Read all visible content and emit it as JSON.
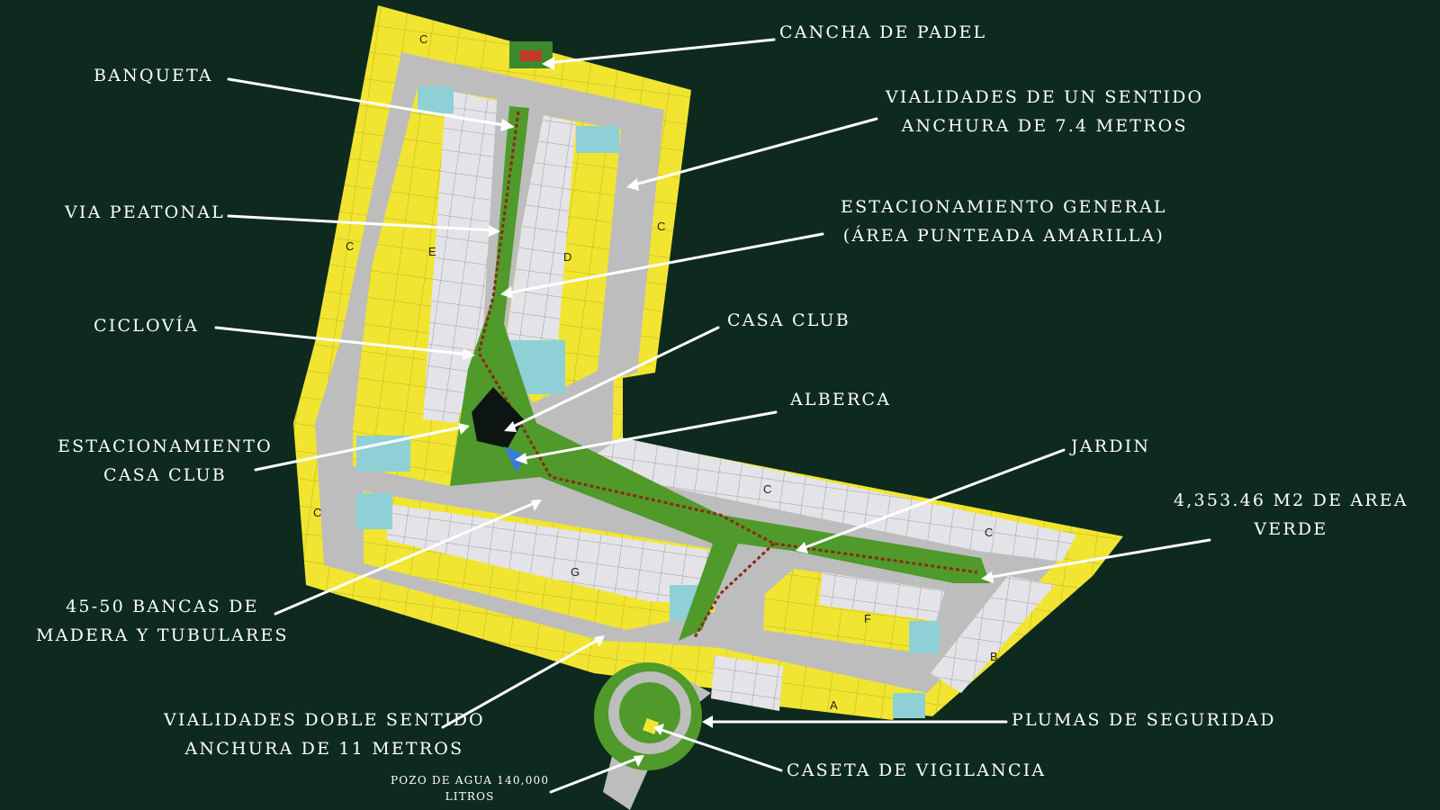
{
  "colors": {
    "background": "#0e2a1f",
    "lot_yellow": "#f2e531",
    "lot_white": "#e4e4e8",
    "lot_teal": "#8fd0d6",
    "road": "#bdbdbd",
    "green": "#4f9a2a",
    "path": "#8a2a16",
    "annotation": "#ffffff"
  },
  "labels": {
    "cancha_padel": "CANCHA DE PADEL",
    "banqueta": "BANQUETA",
    "vialidades_un_sentido_1": "VIALIDADES DE UN SENTIDO",
    "vialidades_un_sentido_2": "ANCHURA DE 7.4 METROS",
    "via_peatonal": "VIA PEATONAL",
    "estac_general_1": "ESTACIONAMIENTO GENERAL",
    "estac_general_2": "(ÁREA PUNTEADA AMARILLA)",
    "ciclovia": "CICLOVÍA",
    "casa_club": "CASA CLUB",
    "alberca": "ALBERCA",
    "estac_casa_club_1": "ESTACIONAMIENTO",
    "estac_casa_club_2": "CASA CLUB",
    "jardin": "JARDIN",
    "area_verde_1": "4,353.46 M2 DE AREA",
    "area_verde_2": "VERDE",
    "bancas_1": "45-50 BANCAS DE",
    "bancas_2": "MADERA Y TUBULARES",
    "vialidades_doble_1": "VIALIDADES DOBLE SENTIDO",
    "vialidades_doble_2": "ANCHURA DE 11 METROS",
    "plumas": "PLUMAS DE SEGURIDAD",
    "pozo_1": "POZO DE AGUA 140,000",
    "pozo_2": "LITROS",
    "caseta": "CASETA DE VIGILANCIA"
  },
  "block_letters": {
    "c_top": "C",
    "c_west": "C",
    "c_southwest": "C",
    "c_east": "C",
    "c_south_row": "C",
    "c_southeast": "C",
    "e": "E",
    "d": "D",
    "g": "G",
    "f": "F",
    "b": "B",
    "a": "A"
  }
}
